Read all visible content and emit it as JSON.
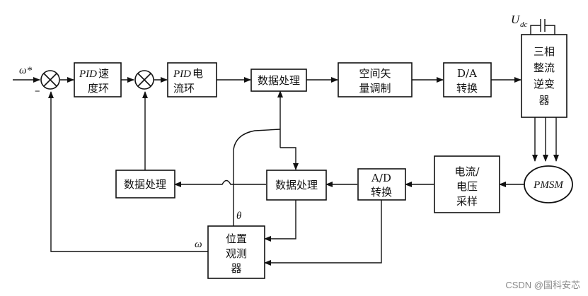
{
  "blocks": {
    "pid_speed": {
      "pid": "PID",
      "line1_rest": "速",
      "line2": "度环"
    },
    "pid_current": {
      "pid": "PID",
      "line1_rest": "电",
      "line2": "流环"
    },
    "data_proc_top": "数据处理",
    "svm": {
      "line1": "空间矢",
      "line2": "量调制"
    },
    "da": {
      "line1": "D/A",
      "line2": "转换"
    },
    "inverter": {
      "line1": "三相",
      "line2": "整流",
      "line3": "逆变",
      "line4": "器"
    },
    "pmsm": "PMSM",
    "sensing": {
      "line1": "电流/",
      "line2": "电压",
      "line3": "采样"
    },
    "ad": {
      "line1": "A/D",
      "line2": "转换"
    },
    "data_proc_mid": "数据处理",
    "data_proc_left": "数据处理",
    "observer": {
      "line1": "位置",
      "line2": "观测",
      "line3": "器"
    }
  },
  "signals": {
    "omega_ref": "ω*",
    "minus": "–",
    "theta": "θ",
    "omega": "ω",
    "udc_base": "U",
    "udc_sub": "dc"
  },
  "watermark": "CSDN @国科安芯"
}
